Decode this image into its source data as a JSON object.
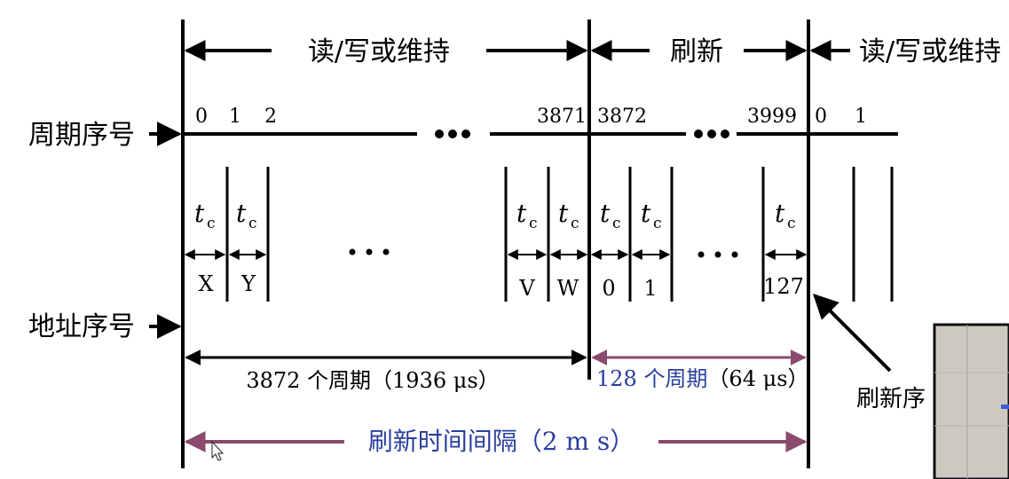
{
  "phases": {
    "rw_left": "读/写或维持",
    "refresh": "刷新",
    "rw_right": "读/写或维持"
  },
  "left_labels": {
    "cycle_number": "周期序号",
    "address_number": "地址序号"
  },
  "cycle_numbers": {
    "c0": "0",
    "c1": "1",
    "c2": "2",
    "c3871": "3871",
    "c3872": "3872",
    "c3999": "3999",
    "n0": "0",
    "n1": "1"
  },
  "tc": {
    "t": "t",
    "sub": "c"
  },
  "addresses": {
    "x": "X",
    "y": "Y",
    "v": "V",
    "w": "W",
    "a0": "0",
    "a1": "1",
    "a127": "127"
  },
  "spans": {
    "rw_cycles": "3872 个周期（1936 μs）",
    "refresh_cycles_num": "128 个周期",
    "refresh_cycles_time": "（64 μs）",
    "refresh_interval": "刷新时间间隔（2 m s）"
  },
  "annotation": {
    "refresh_seq": "刷新序"
  },
  "colors": {
    "line": "#000000",
    "refresh_arrow": "#8a4a6e",
    "blue_text": "#2a3f9e",
    "photo_bg": "#cdc9c1",
    "photo_frame": "#111111"
  }
}
